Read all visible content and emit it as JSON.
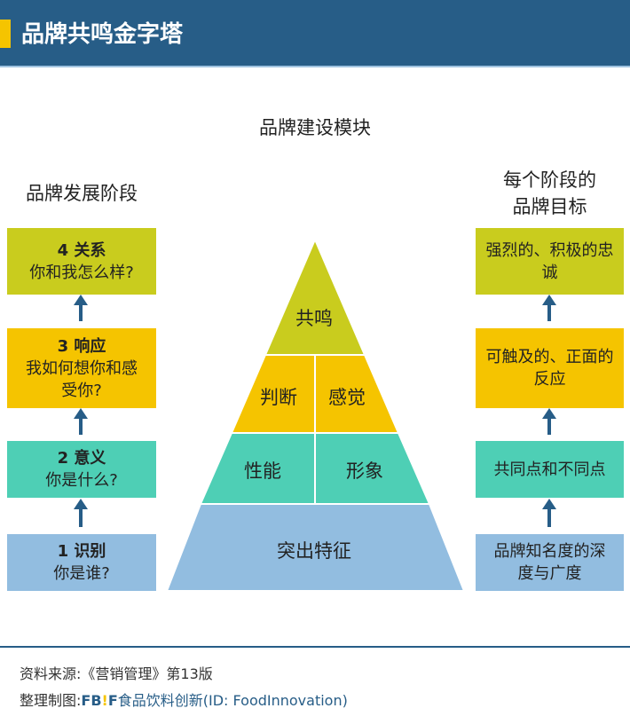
{
  "header": {
    "title": "品牌共鸣金字塔"
  },
  "center_title": "品牌建设模块",
  "left": {
    "title": "品牌发展阶段",
    "stages": [
      {
        "num": "4 关系",
        "question": "你和我怎么样?"
      },
      {
        "num": "3 响应",
        "question": "我如何想你和感受你?"
      },
      {
        "num": "2 意义",
        "question": "你是什么?"
      },
      {
        "num": "1 识别",
        "question": "你是谁?"
      }
    ]
  },
  "right": {
    "title_line1": "每个阶段的",
    "title_line2": "品牌目标",
    "goals": [
      "强烈的、积极的忠诚",
      "可触及的、正面的反应",
      "共同点和不同点",
      "品牌知名度的深度与广度"
    ]
  },
  "pyramid": {
    "resonance": "共鸣",
    "judgments": "判断",
    "feelings": "感觉",
    "performance": "性能",
    "imagery": "形象",
    "salience": "突出特征"
  },
  "colors": {
    "header": "#275d87",
    "accent": "#f5c400",
    "olive": "#c9cc1e",
    "teal": "#4ecfb5",
    "blue": "#92bde0"
  },
  "footer": {
    "source": "资料来源:《营销管理》第13版",
    "credit_label": "整理制图:",
    "brand_fb": "FB",
    "brand_ex": "!",
    "brand_f": "F",
    "brand_rest": "食品饮料创新(ID: FoodInnovation)"
  }
}
